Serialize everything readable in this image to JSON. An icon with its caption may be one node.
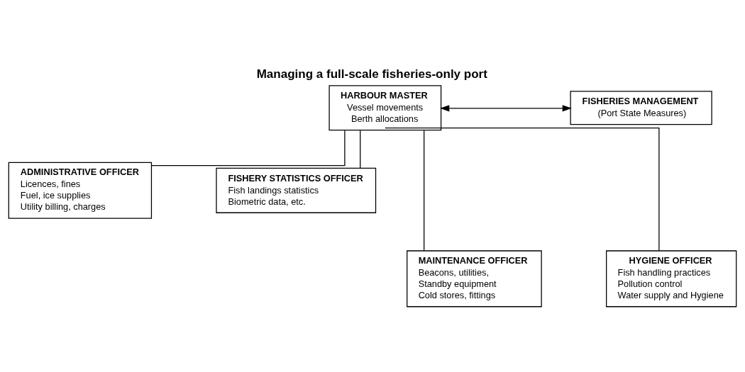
{
  "diagram": {
    "title": "Managing a full-scale fisheries-only port",
    "nodes": [
      {
        "text": [
          "HARBOUR MASTER",
          "Vessel movements",
          "Berth allocations"
        ]
      },
      {
        "text": [
          "FISHERIES MANAGEMENT",
          "(Port State Measures)"
        ]
      },
      {
        "text": [
          "ADMINISTRATIVE OFFICER",
          "Licences, fines",
          "Fuel, ice supplies",
          "Utility billing, charges"
        ]
      },
      {
        "text": [
          "FISHERY STATISTICS OFFICER",
          "Fish landings statistics",
          "Biometric data, etc."
        ]
      },
      {
        "text": [
          "MAINTENANCE OFFICER",
          "Beacons, utilities,",
          "Standby equipment",
          "Cold stores, fittings"
        ]
      },
      {
        "text": [
          "HYGIENE OFFICER",
          "Fish handling practices",
          "Pollution control",
          "Water supply and Hygiene"
        ]
      }
    ],
    "edges": [
      {
        "from": 0,
        "to": 1,
        "arrow": "both"
      },
      {
        "from": 0,
        "to": 2,
        "arrow": "none"
      },
      {
        "from": 0,
        "to": 3,
        "arrow": "none"
      },
      {
        "from": 0,
        "to": 4,
        "arrow": "none"
      },
      {
        "from": 0,
        "to": 5,
        "arrow": "none"
      }
    ]
  }
}
